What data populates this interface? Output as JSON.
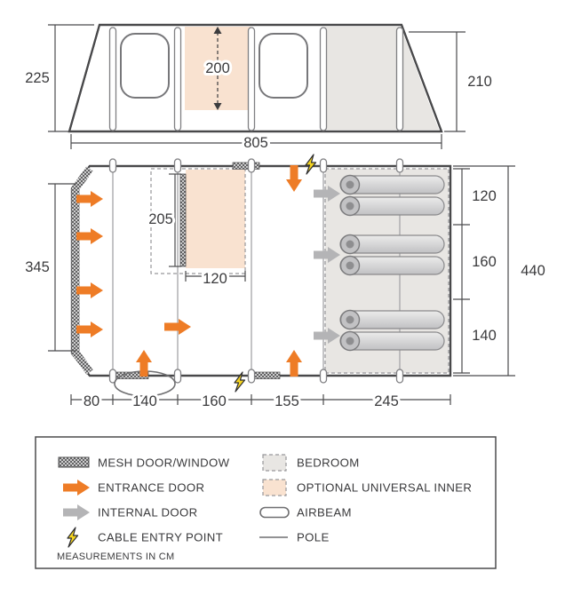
{
  "colors": {
    "accent_orange": "#ee7c26",
    "internal_gray": "#b4b4b6",
    "inner_peach": "#f9e2d0",
    "bedroom_gray": "#e8e6e3",
    "bolt_yellow": "#f6d51f"
  },
  "elevation": {
    "left_height": "225",
    "right_height": "210",
    "inner_height": "200",
    "total_width": "805"
  },
  "plan": {
    "front_width": "345",
    "side_depth": "440",
    "inner_depth": "205",
    "inner_width": "120",
    "bedrooms": [
      "120",
      "160",
      "140"
    ],
    "bottom": [
      "80",
      "140",
      "160",
      "155",
      "245"
    ]
  },
  "legend": {
    "items_left": [
      {
        "label": "MESH DOOR/WINDOW",
        "icon": "mesh-swatch-icon"
      },
      {
        "label": "ENTRANCE DOOR",
        "icon": "entrance-arrow-icon"
      },
      {
        "label": "INTERNAL DOOR",
        "icon": "internal-arrow-icon"
      },
      {
        "label": "CABLE ENTRY POINT",
        "icon": "cable-bolt-icon"
      }
    ],
    "items_right": [
      {
        "label": "BEDROOM",
        "icon": "bedroom-swatch-icon"
      },
      {
        "label": "OPTIONAL UNIVERSAL INNER",
        "icon": "inner-swatch-icon"
      },
      {
        "label": "AIRBEAM",
        "icon": "airbeam-icon"
      },
      {
        "label": "POLE",
        "icon": "pole-icon"
      }
    ],
    "note": "MEASUREMENTS IN CM"
  }
}
